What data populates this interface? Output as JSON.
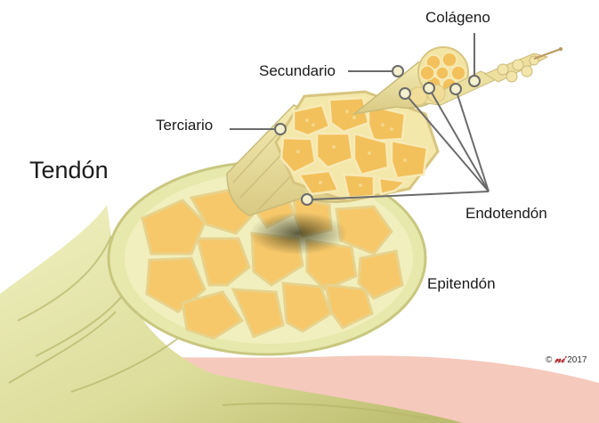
{
  "title": "Tendón",
  "labels": {
    "colageno": "Colágeno",
    "secundario": "Secundario",
    "terciario": "Terciario",
    "endotendon": "Endotendón",
    "epitendon": "Epitendón"
  },
  "copyright": {
    "symbol": "©",
    "year": "2017"
  },
  "colors": {
    "sheath": "#e6e6a8",
    "sheath_dark": "#b9b96a",
    "fascicle": "#f6c86a",
    "fiber": "#f2e4a8",
    "tissue": "#f6c9bd",
    "leader": "#6b6b6b"
  }
}
